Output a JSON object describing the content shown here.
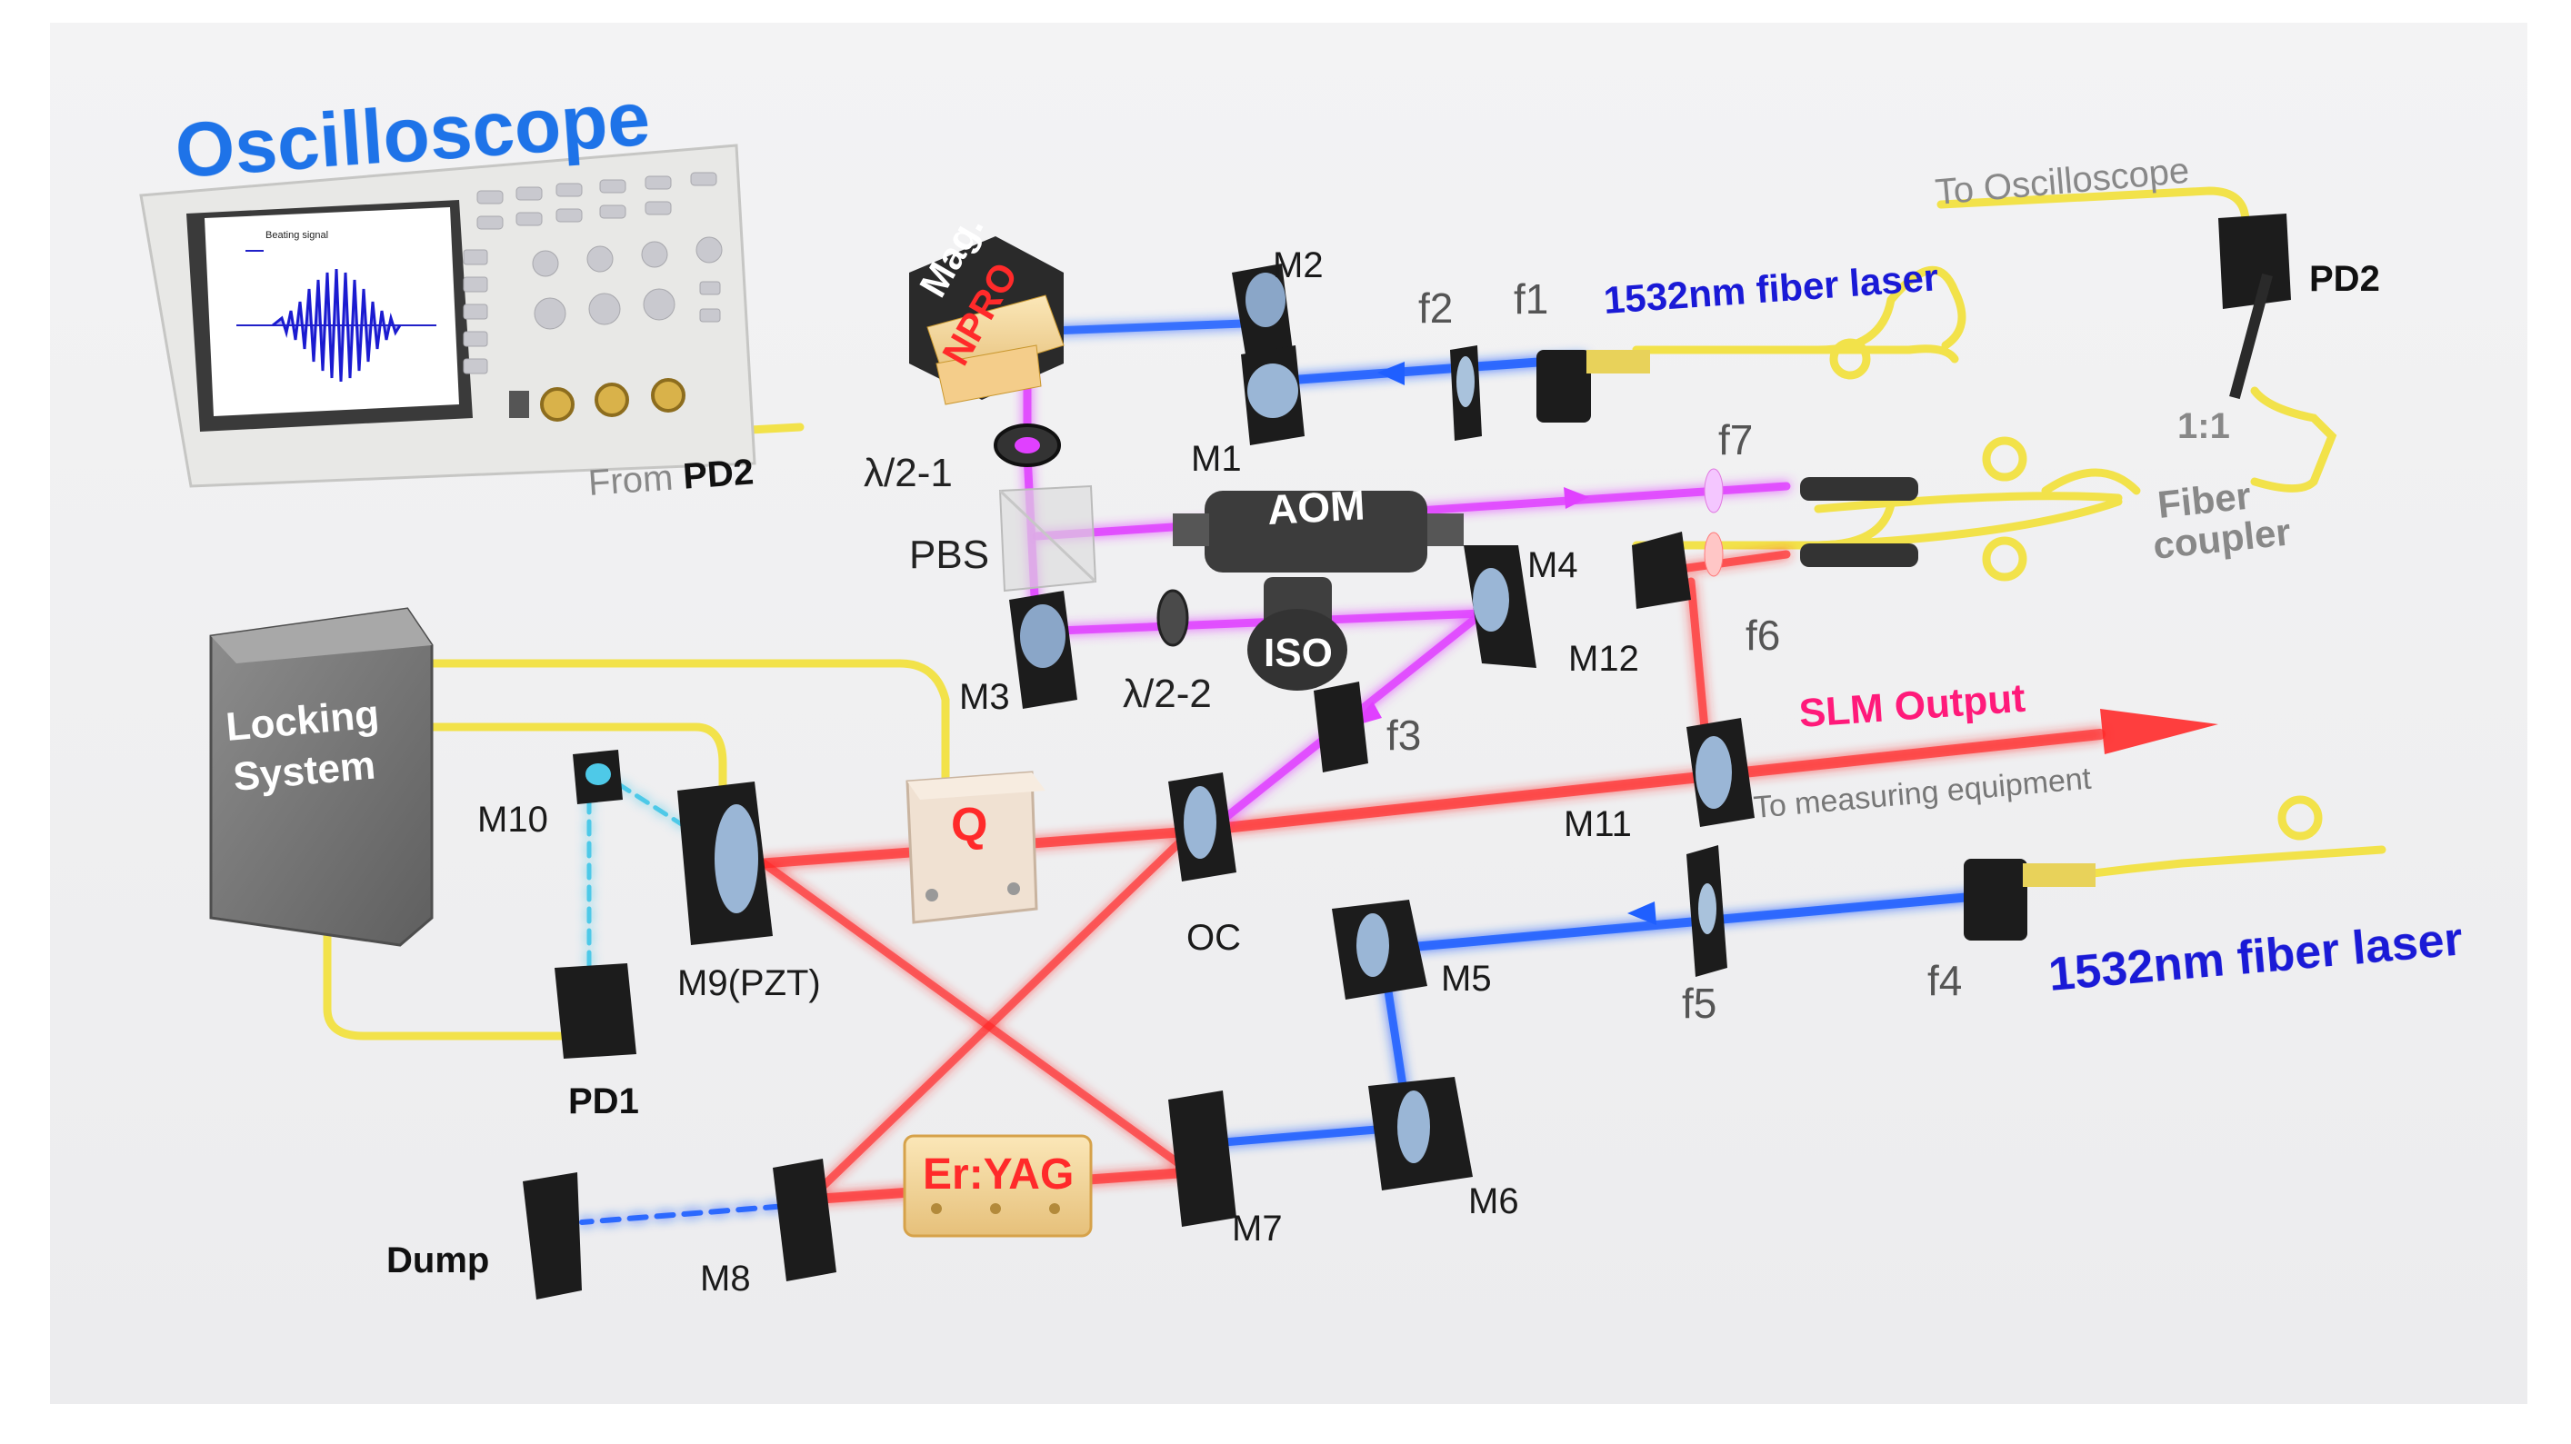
{
  "labels": {
    "oscilloscope_title": "Oscilloscope",
    "beating_signal": "Beating signal",
    "from": "From",
    "pd2": "PD2",
    "to_oscilloscope": "To Oscilloscope",
    "ratio": "1:1",
    "fiber_coupler_1": "Fiber",
    "fiber_coupler_2": "coupler",
    "fiber_laser": "1532nm fiber laser",
    "mag": "Mag.",
    "npro": "NPRO",
    "aom": "AOM",
    "iso": "ISO",
    "pbs": "PBS",
    "half_wave_1": "λ/2-1",
    "half_wave_2": "λ/2-2",
    "locking_1": "Locking",
    "locking_2": "System",
    "q": "Q",
    "er_yag": "Er:YAG",
    "slm_output": "SLM Output",
    "to_measuring": "To measuring equipment",
    "pd1": "PD1",
    "dump": "Dump",
    "oc": "OC",
    "m1": "M1",
    "m2": "M2",
    "m3": "M3",
    "m4": "M4",
    "m5": "M5",
    "m6": "M6",
    "m7": "M7",
    "m8": "M8",
    "m9": "M9(PZT)",
    "m10": "M10",
    "m11": "M11",
    "m12": "M12",
    "f1": "f1",
    "f2": "f2",
    "f3": "f3",
    "f4": "f4",
    "f5": "f5",
    "f6": "f6",
    "f7": "f7"
  },
  "colors": {
    "blue_beam": "#1f5fff",
    "red_beam": "#ff2a2a",
    "magenta_beam": "#e040ff",
    "cable": "#f2e24a",
    "title_blue": "#1e73e8",
    "laser_blue": "#1a1ad6",
    "output_pink": "#ff1a7a"
  }
}
